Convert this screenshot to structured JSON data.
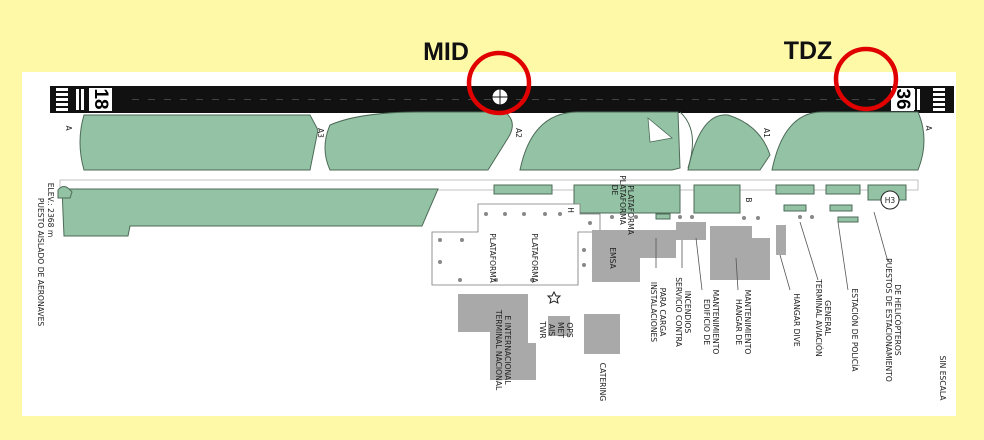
{
  "callouts": {
    "mid": "MID",
    "tdz": "TDZ"
  },
  "runway": {
    "threshold_south": "18",
    "threshold_north": "36"
  },
  "taxiways": {
    "a1": "A1",
    "a2": "A2",
    "a3": "A3",
    "a": "A",
    "a_left": "A",
    "b": "B",
    "h": "H"
  },
  "labels": {
    "isolated_stand": "PUESTO AISLADO DE AERONAVES",
    "elevation": "ELEV.: 2368 m",
    "terminal_nacional": "TERMINAL NACIONAL",
    "terminal_internacional": "E INTERNACIONAL",
    "twr": "TWR",
    "ais": "AIS",
    "met": "MET",
    "ops": "OPS",
    "catering": "CATERING",
    "emsa": "EMSA",
    "cargo_1": "INSTALACIONES",
    "cargo_2": "PARA CARGA",
    "fire_1": "SERVICIO CONTRA",
    "fire_2": "INCENDIOS",
    "maint_bldg_1": "EDIFICIO DE",
    "maint_bldg_2": "MANTENIMIENTO",
    "hangar_maint_1": "HANGAR DE",
    "hangar_maint_2": "MANTENIMIENTO",
    "hangar_dive": "HANGAR DIVE",
    "ga_terminal_1": "TERMINAL AVIACIÓN",
    "ga_terminal_2": "GENERAL",
    "police": "ESTACIÓN DE POLICÍA",
    "heli_1": "PUESTOS DE ESTACIONAMIENTO",
    "heli_2": "DE HELICÓPTEROS",
    "no_scale": "SIN ESCALA",
    "apron_1": "PLATAFORMA",
    "apron_2": "PLATAFORMA",
    "apron_3": "PLATAFORMA",
    "apron_4": "PLATAFORMA",
    "apron_4b": "DE",
    "heli_pad": "H3"
  },
  "colors": {
    "background": "#fdf9a6",
    "grass": "#93c3a4",
    "runway": "#111111",
    "building": "#a9a9a9",
    "callout_ring": "#e00000"
  }
}
